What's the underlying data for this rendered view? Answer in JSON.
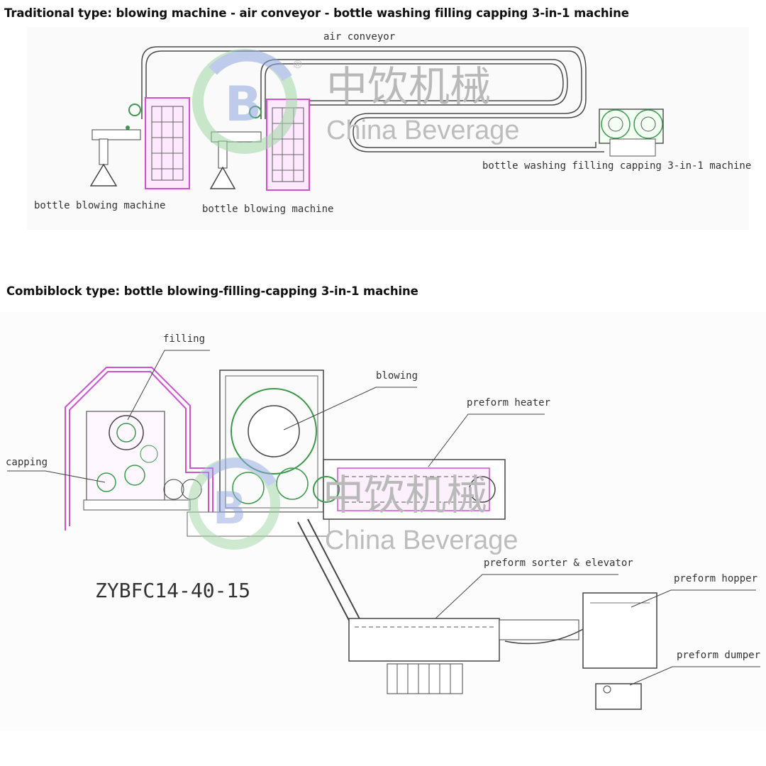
{
  "titles": {
    "traditional": "Traditional type: blowing machine - air conveyor - bottle washing filling capping 3-in-1 machine",
    "combiblock": "Combiblock type: bottle blowing-filling-capping 3-in-1 machine"
  },
  "traditional_labels": {
    "air_conveyor": "air conveyor",
    "blowing_machine_1": "bottle blowing machine",
    "blowing_machine_2": "bottle blowing machine",
    "washing_filling_capping": "bottle washing filling capping 3-in-1 machine"
  },
  "combiblock_labels": {
    "filling": "filling",
    "blowing": "blowing",
    "capping": "capping",
    "preform_heater": "preform heater",
    "preform_sorter": "preform sorter & elevator",
    "preform_hopper": "preform hopper",
    "preform_dumper": "preform dumper",
    "model_number": "ZYBFC14-40-15"
  },
  "watermark": {
    "chinese": "中饮机械",
    "english": "China Beverage",
    "registered": "®"
  },
  "colors": {
    "line": "#4a4a4a",
    "magenta": "#d24fd2",
    "green": "#3a9a4a",
    "watermark_green": "#9fd6a3",
    "watermark_blue": "#8fa6e0"
  }
}
